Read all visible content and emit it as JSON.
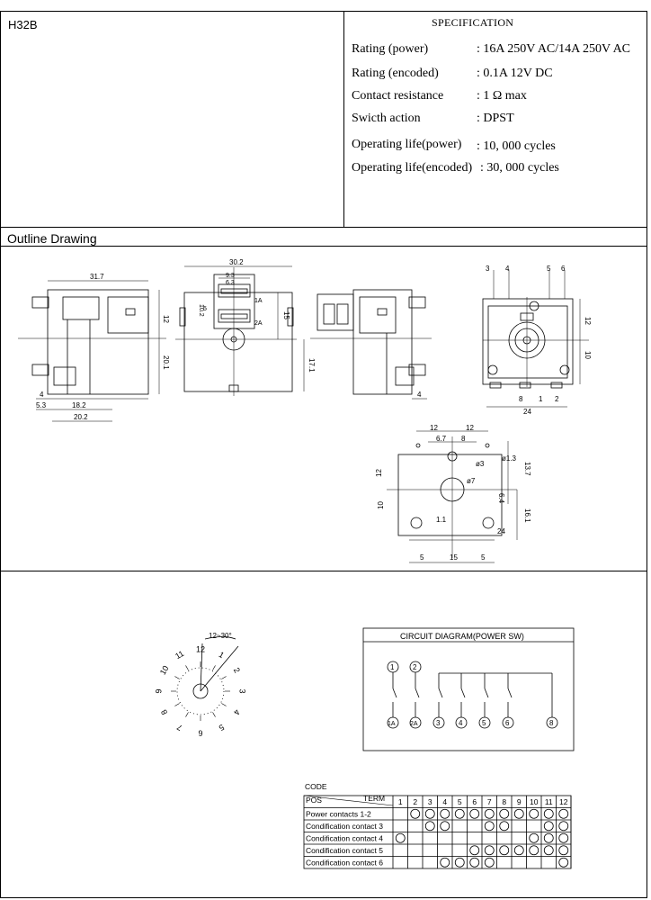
{
  "header": {
    "model": "H32B"
  },
  "specification": {
    "title": "SPECIFICATION",
    "rows": [
      {
        "label": "Rating (power)",
        "value": ": 16A 250V AC/14A 250V AC"
      },
      {
        "label": "Rating (encoded)",
        "value": ": 0.1A 12V DC"
      },
      {
        "label": "Contact resistance",
        "value": ": 1 Ω max"
      },
      {
        "label": "Swicth  action",
        "value": ": DPST"
      },
      {
        "label": "Operating life(power)",
        "value": ": 10, 000 cycles"
      },
      {
        "label": "Operating life(encoded)",
        "value": ": 30, 000 cycles"
      }
    ]
  },
  "outline": {
    "title": "Outline Drawing",
    "side_view": {
      "width": "31.7",
      "h_top": "12",
      "h_bottom": "20.1",
      "d1": "4",
      "d2": "5.3",
      "d3": "18.2",
      "d4": "20.2"
    },
    "front_view": {
      "width": "30.2",
      "w1": "9.3",
      "w2": "6.3",
      "h1": "10.2",
      "h2": "5",
      "h3": "15",
      "h4": "17.1",
      "lbl1": "1A",
      "lbl2": "2A"
    },
    "back_side_view": {
      "d1": "4"
    },
    "rear_view": {
      "pins_top": [
        "3",
        "4",
        "5",
        "6"
      ],
      "pins_bottom": [
        "8",
        "1",
        "2"
      ],
      "h1": "12",
      "h2": "10",
      "w": "24"
    },
    "panel_cutout": {
      "w1": "12",
      "w2": "12",
      "w3": "6.7",
      "w4": "8",
      "d_small": "ø1.3",
      "d_mid": "ø3",
      "d_big": "ø7",
      "h1": "12",
      "h2": "10",
      "h3": "13.7",
      "h4": "6.4",
      "h5": "16.1",
      "off": "1.1",
      "w5": "24",
      "w6": "5",
      "w7": "15",
      "w8": "5"
    }
  },
  "rotary": {
    "angle_label": "12~30°",
    "positions": [
      "1",
      "2",
      "3",
      "4",
      "5",
      "6",
      "7",
      "8",
      "9",
      "10",
      "11",
      "12"
    ]
  },
  "circuit": {
    "title": "CIRCUIT DIAGRAM(POWER SW)",
    "top_nodes": [
      "1",
      "2"
    ],
    "bottom_nodes": [
      "1A",
      "2A",
      "3",
      "4",
      "5",
      "6",
      "8"
    ]
  },
  "code_table": {
    "title": "CODE",
    "corner_pos": "POS",
    "corner_term": "TERM",
    "columns": [
      "1",
      "2",
      "3",
      "4",
      "5",
      "6",
      "7",
      "8",
      "9",
      "10",
      "11",
      "12"
    ],
    "rows": [
      {
        "label": "Power contacts 1-2",
        "marks": [
          0,
          1,
          1,
          1,
          1,
          1,
          1,
          1,
          1,
          1,
          1,
          1
        ]
      },
      {
        "label": "Condification contact 3",
        "marks": [
          0,
          0,
          1,
          1,
          0,
          0,
          1,
          1,
          0,
          0,
          1,
          1
        ]
      },
      {
        "label": "Condification contact 4",
        "marks": [
          1,
          0,
          0,
          0,
          0,
          0,
          0,
          0,
          0,
          1,
          1,
          1
        ]
      },
      {
        "label": "Condification contact 5",
        "marks": [
          0,
          0,
          0,
          0,
          0,
          1,
          1,
          1,
          1,
          1,
          1,
          1
        ]
      },
      {
        "label": "Condification contact 6",
        "marks": [
          0,
          0,
          0,
          1,
          1,
          1,
          1,
          0,
          0,
          0,
          0,
          1
        ]
      }
    ]
  }
}
